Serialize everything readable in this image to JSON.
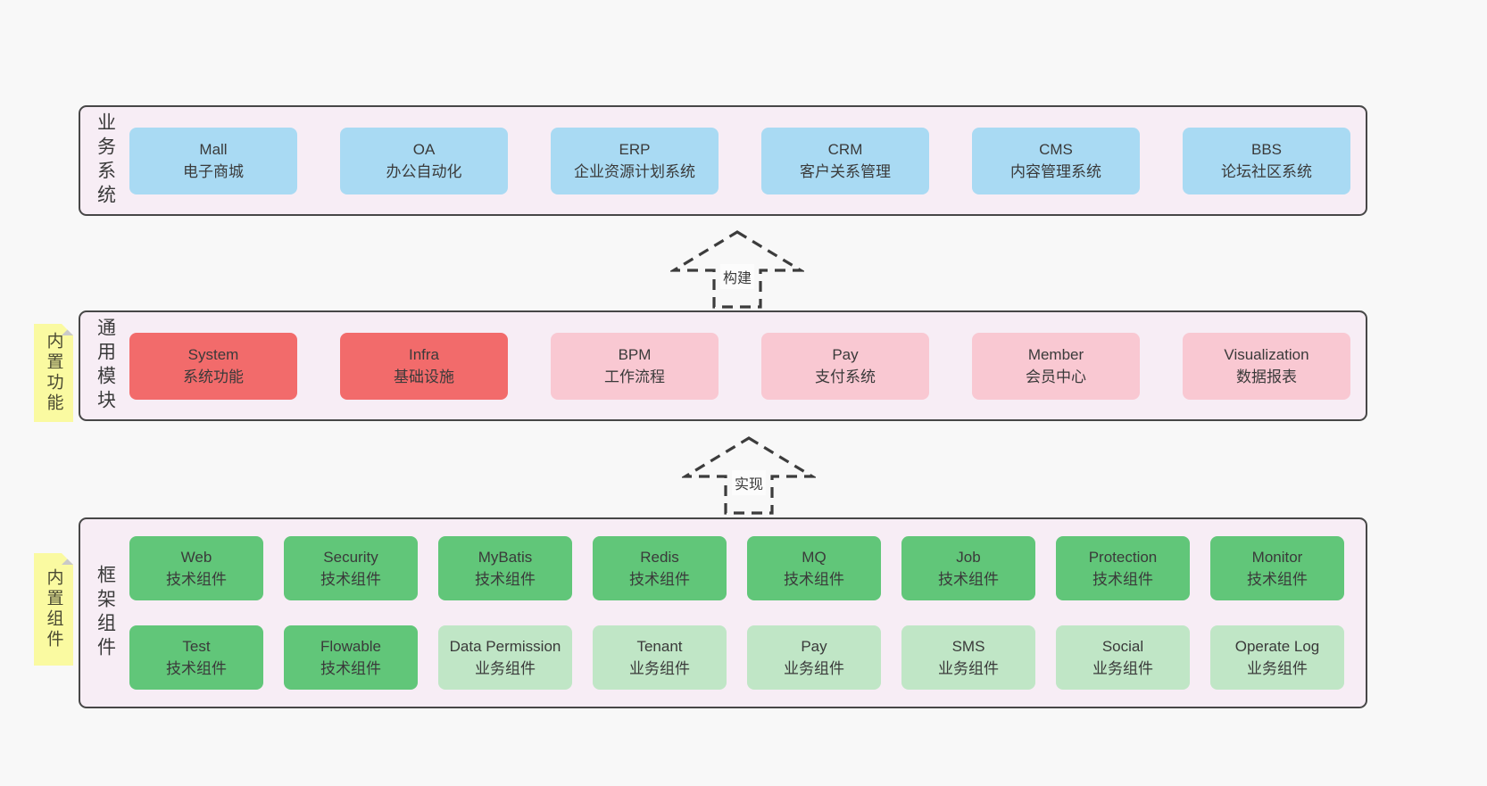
{
  "colors": {
    "page_bg": "#f8f8f8",
    "container_bg": "#f7edf5",
    "container_border": "#474747",
    "blue": "#a9daf3",
    "red": "#f26b6b",
    "pink": "#f9c8d2",
    "green": "#61c679",
    "light_green": "#c0e6c6",
    "yellow": "#fafaa1",
    "fold_gray": "#c9c9c9",
    "text": "#3a3a3a"
  },
  "layers": {
    "business": {
      "label": "业务系统",
      "boxes": [
        {
          "title": "Mall",
          "subtitle": "电子商城"
        },
        {
          "title": "OA",
          "subtitle": "办公自动化"
        },
        {
          "title": "ERP",
          "subtitle": "企业资源计划系统"
        },
        {
          "title": "CRM",
          "subtitle": "客户关系管理"
        },
        {
          "title": "CMS",
          "subtitle": "内容管理系统"
        },
        {
          "title": "BBS",
          "subtitle": "论坛社区系统"
        }
      ]
    },
    "modules": {
      "label": "通用模块",
      "sticky": "内置功能",
      "boxes": [
        {
          "title": "System",
          "subtitle": "系统功能"
        },
        {
          "title": "Infra",
          "subtitle": "基础设施"
        },
        {
          "title": "BPM",
          "subtitle": "工作流程"
        },
        {
          "title": "Pay",
          "subtitle": "支付系统"
        },
        {
          "title": "Member",
          "subtitle": "会员中心"
        },
        {
          "title": "Visualization",
          "subtitle": "数据报表"
        }
      ]
    },
    "components": {
      "label": "框架组件",
      "sticky": "内置组件",
      "row1": [
        {
          "title": "Web",
          "subtitle": "技术组件"
        },
        {
          "title": "Security",
          "subtitle": "技术组件"
        },
        {
          "title": "MyBatis",
          "subtitle": "技术组件"
        },
        {
          "title": "Redis",
          "subtitle": "技术组件"
        },
        {
          "title": "MQ",
          "subtitle": "技术组件"
        },
        {
          "title": "Job",
          "subtitle": "技术组件"
        },
        {
          "title": "Protection",
          "subtitle": "技术组件"
        },
        {
          "title": "Monitor",
          "subtitle": "技术组件"
        }
      ],
      "row2": [
        {
          "title": "Test",
          "subtitle": "技术组件"
        },
        {
          "title": "Flowable",
          "subtitle": "技术组件"
        },
        {
          "title": "Data Permission",
          "subtitle": "业务组件"
        },
        {
          "title": "Tenant",
          "subtitle": "业务组件"
        },
        {
          "title": "Pay",
          "subtitle": "业务组件"
        },
        {
          "title": "SMS",
          "subtitle": "业务组件"
        },
        {
          "title": "Social",
          "subtitle": "业务组件"
        },
        {
          "title": "Operate Log",
          "subtitle": "业务组件"
        }
      ]
    }
  },
  "arrows": {
    "build": "构建",
    "implement": "实现"
  }
}
